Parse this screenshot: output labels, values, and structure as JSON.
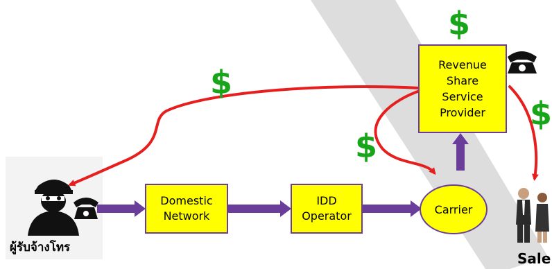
{
  "colors": {
    "box_fill": "#ffff00",
    "box_border": "#6a3d9a",
    "arrow_purple": "#6a3d9a",
    "arrow_red": "#e61e1e",
    "dollar_green": "#19a519",
    "watermark": "#d9d9d9"
  },
  "nodes": {
    "domestic_network": "Domestic\nNetwork",
    "idd_operator": "IDD\nOperator",
    "carrier": "Carrier",
    "revenue_share": "Revenue\nShare\nService\nProvider"
  },
  "labels": {
    "hacker": "ผู้รับจ้างโทร",
    "sales": "Sale"
  },
  "currency_symbol": "$",
  "icons": [
    "hacker-icon",
    "telephone-icon",
    "business-people-icon"
  ]
}
